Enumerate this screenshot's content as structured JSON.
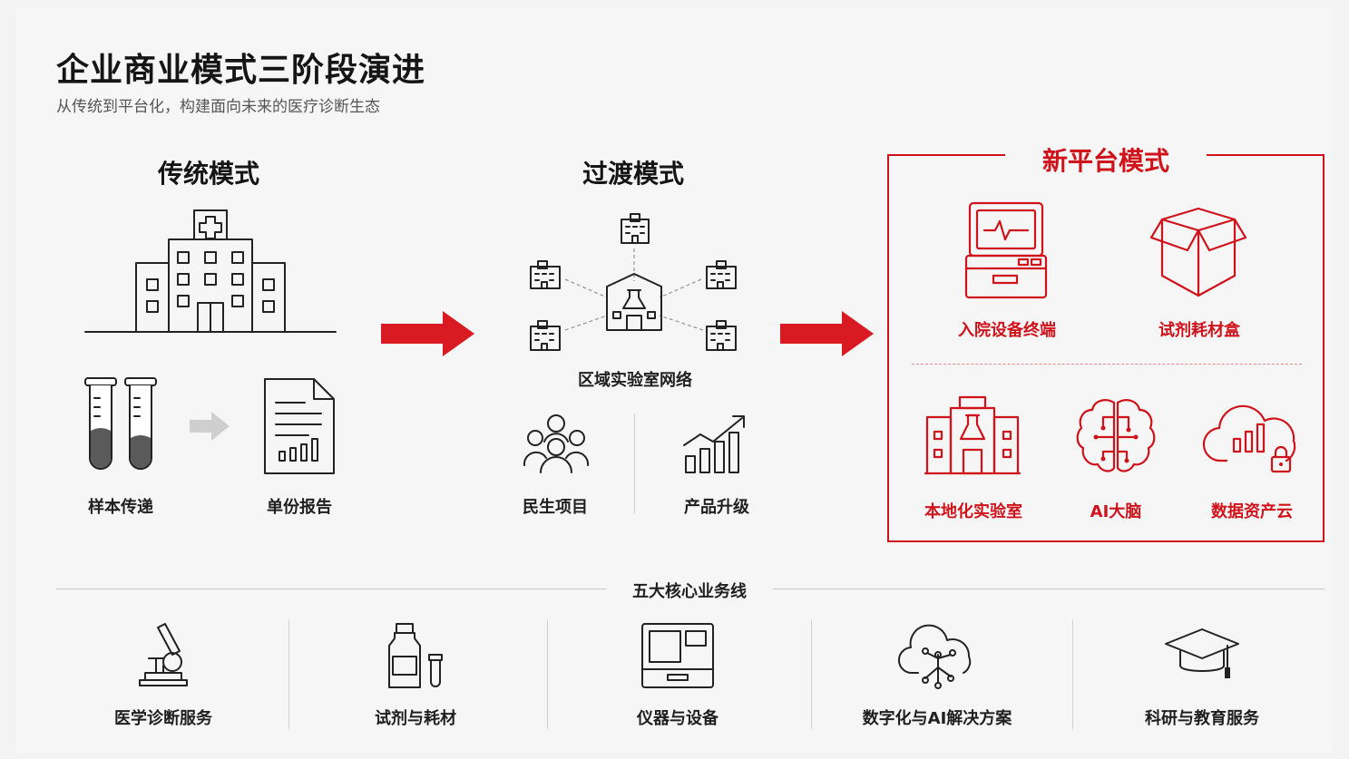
{
  "title": "企业商业模式三阶段演进",
  "subtitle": "从传统到平台化，构建面向未来的医疗诊断生态",
  "stages": {
    "traditional": {
      "title": "传统模式",
      "items": [
        "样本传递",
        "单份报告"
      ]
    },
    "transition": {
      "title": "过渡模式",
      "network_label": "区域实验室网络",
      "items": [
        "民生项目",
        "产品升级"
      ]
    },
    "new_platform": {
      "title": "新平台模式",
      "top_items": [
        "入院设备终端",
        "试剂耗材盒"
      ],
      "bottom_items": [
        "本地化实验室",
        "AI大脑",
        "数据资产云"
      ]
    }
  },
  "business_lines": {
    "title": "五大核心业务线",
    "items": [
      "医学诊断服务",
      "试剂与耗材",
      "仪器与设备",
      "数字化与AI解决方案",
      "科研与教育服务"
    ]
  },
  "colors": {
    "accent": "#d0131b",
    "text": "#1a1a1a",
    "muted": "#555555",
    "background": "#f6f6f6"
  },
  "icons": {
    "traditional": [
      "hospital-icon",
      "test-tubes-icon",
      "transfer-arrow-icon",
      "report-document-icon"
    ],
    "transition": [
      "lab-building-icon",
      "satellite-clinic-icon",
      "people-group-icon",
      "growth-chart-icon"
    ],
    "new_platform": [
      "device-terminal-icon",
      "reagent-box-icon",
      "local-lab-icon",
      "ai-brain-icon",
      "data-cloud-icon"
    ],
    "business_lines": [
      "microscope-icon",
      "reagent-bottle-icon",
      "instrument-icon",
      "ai-cloud-icon",
      "graduation-cap-icon"
    ]
  }
}
